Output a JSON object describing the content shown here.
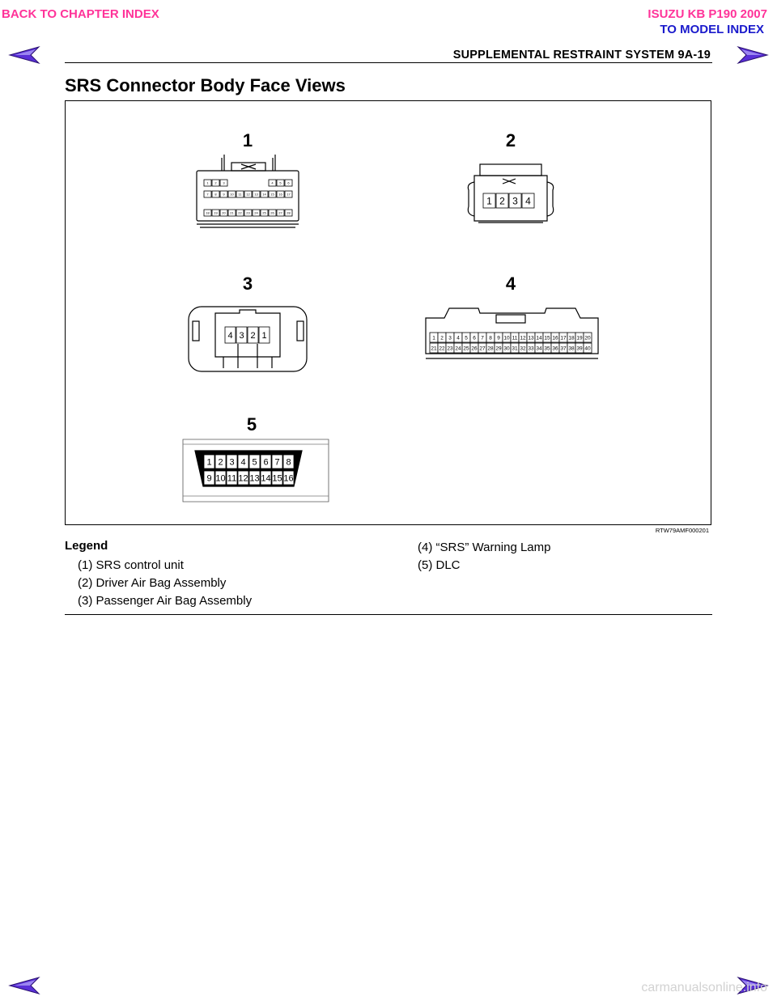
{
  "nav": {
    "back_chapter": "BACK TO CHAPTER INDEX",
    "model_title": "ISUZU KB P190 2007",
    "to_model": "TO MODEL INDEX",
    "arrow_color": "#5a30d8",
    "link_pink": "#ff3399",
    "link_blue": "#1a1acc"
  },
  "header": {
    "section": "SUPPLEMENTAL RESTRAINT SYSTEM  9A-19"
  },
  "page_title": "SRS Connector Body Face Views",
  "figure": {
    "code": "RTW79AMF000201",
    "connectors": [
      {
        "label": "1",
        "rows": [
          [
            "1",
            "2",
            "3",
            "4",
            "5",
            "6"
          ],
          [
            "7",
            "8",
            "9",
            "10",
            "11",
            "12",
            "13",
            "14",
            "15",
            "16",
            "17"
          ],
          [
            "18",
            "19",
            "20",
            "21",
            "22",
            "23",
            "24",
            "25",
            "26",
            "27",
            "28"
          ]
        ]
      },
      {
        "label": "2",
        "rows": [
          [
            "1",
            "2",
            "3",
            "4"
          ]
        ]
      },
      {
        "label": "3",
        "rows": [
          [
            "4",
            "3",
            "2",
            "1"
          ]
        ]
      },
      {
        "label": "4",
        "rows": [
          [
            "1",
            "2",
            "3",
            "4",
            "5",
            "6",
            "7",
            "8",
            "9",
            "10",
            "11",
            "12",
            "13",
            "14",
            "15",
            "16",
            "17",
            "18",
            "19",
            "20"
          ],
          [
            "21",
            "22",
            "23",
            "24",
            "25",
            "26",
            "27",
            "28",
            "29",
            "30",
            "31",
            "32",
            "33",
            "34",
            "35",
            "36",
            "37",
            "38",
            "39",
            "40"
          ]
        ]
      },
      {
        "label": "5",
        "rows": [
          [
            "1",
            "2",
            "3",
            "4",
            "5",
            "6",
            "7",
            "8"
          ],
          [
            "9",
            "10",
            "11",
            "12",
            "13",
            "14",
            "15",
            "16"
          ]
        ]
      }
    ]
  },
  "legend": {
    "heading": "Legend",
    "items": [
      "(1) SRS control unit",
      "(2) Driver Air Bag Assembly",
      "(3) Passenger Air Bag Assembly",
      "(4) “SRS” Warning Lamp",
      "(5) DLC"
    ]
  },
  "watermark": "carmanualsonline.info"
}
